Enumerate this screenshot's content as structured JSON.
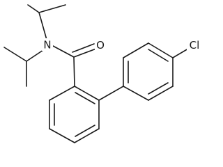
{
  "atoms": {
    "nitrogen": "N",
    "oxygen": "O",
    "chlorine": "Cl"
  },
  "colors": {
    "ink": "#1a1a1a",
    "background": "#ffffff"
  }
}
